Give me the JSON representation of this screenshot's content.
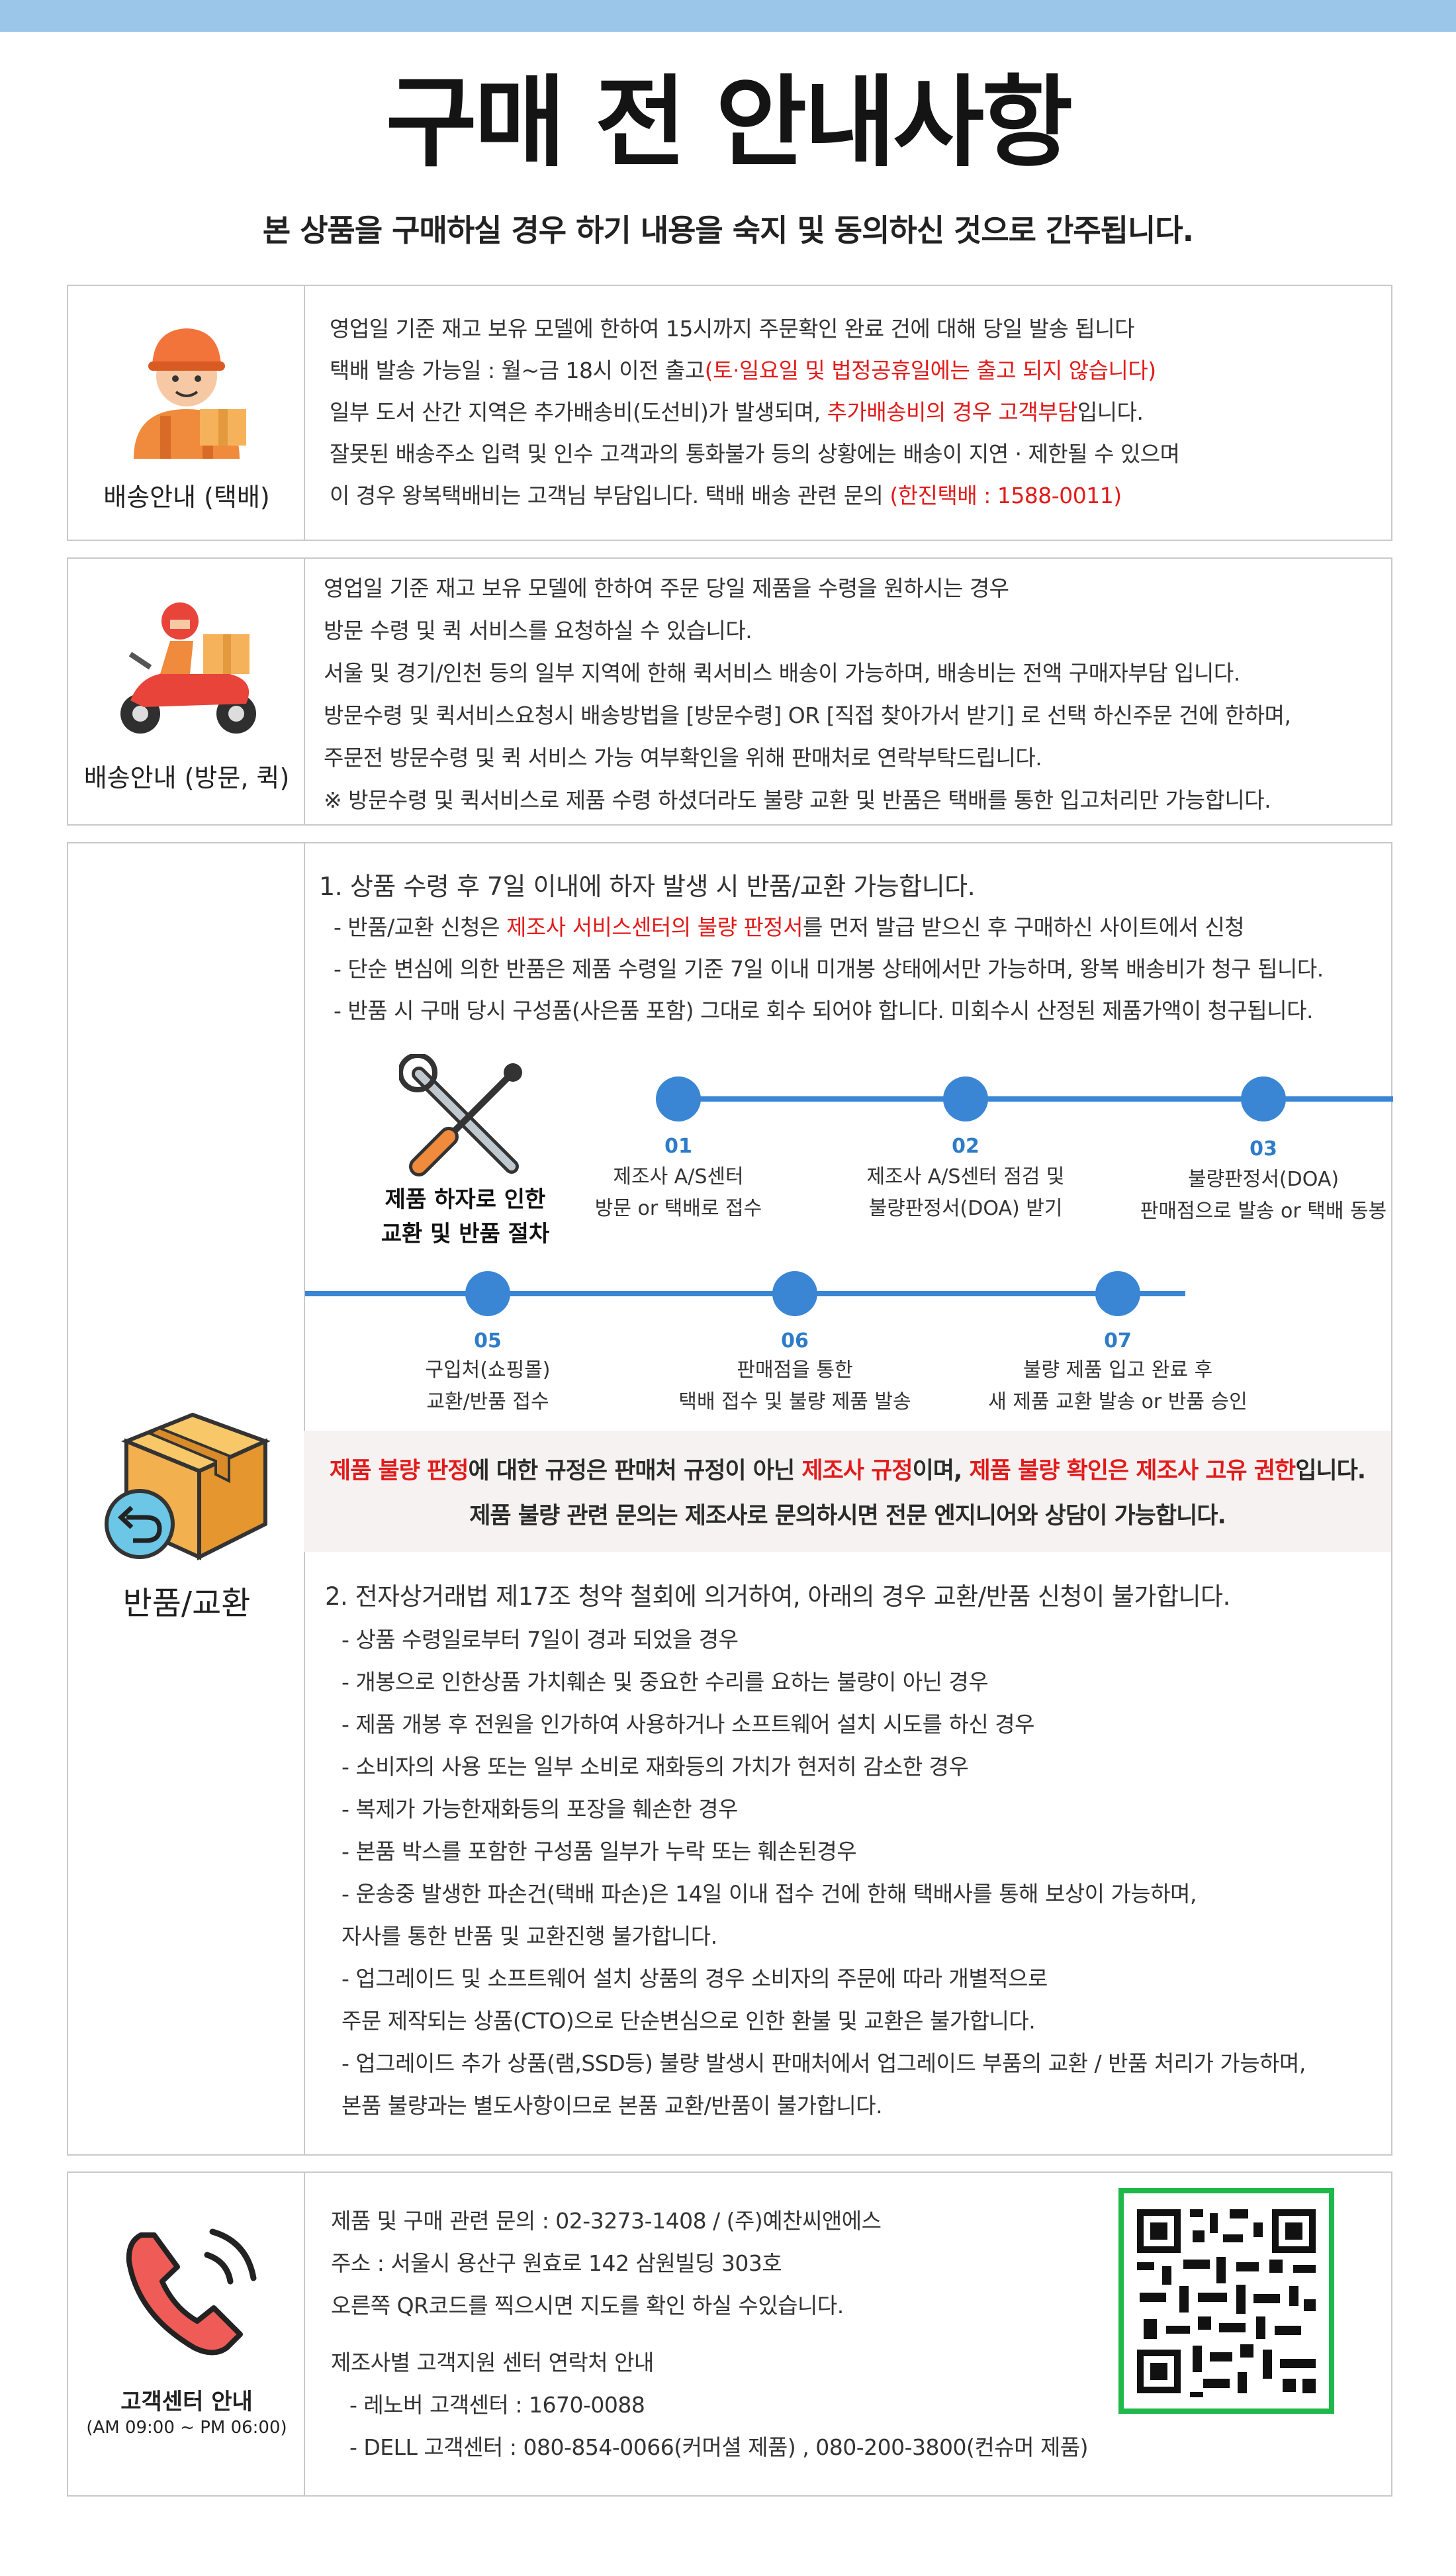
{
  "title": "구매 전 안내사항",
  "subtitle": "본 상품을 구매하실 경우 하기 내용을 숙지 및 동의하신 것으로 간주됩니다.",
  "sections": {
    "courier": {
      "label": "배송안내 (택배)",
      "icon": "delivery-person-icon",
      "l1": "영업일 기준 재고 보유 모델에 한하여 15시까지 주문확인 완료 건에 대해 당일 발송 됩니다",
      "l2a": "택배 발송 가능일 : 월~금 18시 이전 출고",
      "l2b": "(토·일요일 및 법정공휴일에는 출고 되지 않습니다)",
      "l3a": "일부 도서 산간 지역은 추가배송비(도선비)가 발생되며, ",
      "l3b": "추가배송비의 경우 고객부담",
      "l3c": "입니다.",
      "l4": "잘못된 배송주소 입력 및 인수 고객과의 통화불가 등의 상황에는 배송이 지연 · 제한될 수 있으며",
      "l5a": "이 경우 왕복택배비는 고객님 부담입니다. 택배 배송 관련 문의 ",
      "l5b": "(한진택배 : 1588-0011)"
    },
    "quick": {
      "label": "배송안내 (방문, 퀵)",
      "icon": "scooter-delivery-icon",
      "lines": [
        "영업일 기준 재고 보유 모델에 한하여 주문 당일 제품을 수령을 원하시는 경우",
        "방문 수령 및 퀵 서비스를 요청하실 수 있습니다.",
        "서울 및 경기/인천 등의 일부 지역에 한해 퀵서비스 배송이 가능하며, 배송비는 전액 구매자부담 입니다.",
        "방문수령 및 퀵서비스요청시 배송방법을 [방문수령] OR [직접 찾아가서 받기] 로 선택 하신주문 건에 한하며,",
        "주문전 방문수령 및 퀵 서비스 가능 여부확인을 위해 판매처로 연락부탁드립니다.",
        "※ 방문수령 및 퀵서비스로 제품 수령 하셨더라도 불량 교환 및 반품은 택배를 통한 입고처리만 가능합니다."
      ]
    },
    "returns": {
      "label": "반품/교환",
      "icon": "return-box-icon",
      "h1": "1. 상품 수령 후 7일 이내에 하자 발생 시 반품/교환 가능합니다.",
      "p1a": "- 반품/교환 신청은 ",
      "p1b": "제조사 서비스센터의 불량 판정서",
      "p1c": "를 먼저 발급 받으신 후 구매하신 사이트에서 신청",
      "p2": "- 단순 변심에 의한 반품은 제품 수령일 기준 7일 이내 미개봉 상태에서만 가능하며, 왕복 배송비가 청구 됩니다.",
      "p3": "- 반품 시 구매 당시 구성품(사은품 포함) 그대로 회수 되어야 합니다. 미회수시 산정된 제품가액이 청구됩니다.",
      "process": {
        "title1": "제품 하자로 인한",
        "title2": "교환 및 반품 절차",
        "icon": "tools-icon",
        "steps": [
          {
            "num": "01",
            "l1": "제조사 A/S센터",
            "l2": "방문 or 택배로 접수"
          },
          {
            "num": "02",
            "l1": "제조사 A/S센터 점검 및",
            "l2": "불량판정서(DOA) 받기"
          },
          {
            "num": "03",
            "l1": "불량판정서(DOA)",
            "l2": "판매점으로 발송 or 택배 동봉"
          },
          {
            "num": "05",
            "l1": "구입처(쇼핑몰)",
            "l2": "교환/반품 접수"
          },
          {
            "num": "06",
            "l1": "판매점을 통한",
            "l2": "택배 접수 및 불량 제품 발송"
          },
          {
            "num": "07",
            "l1": "불량 제품 입고 완료 후",
            "l2": "새 제품 교환 발송 or 반품 승인"
          }
        ]
      },
      "notice": {
        "a": "제품 불량 판정",
        "b": "에 대한 규정은 판매처 규정이 아닌 ",
        "c": "제조사 규정",
        "d": "이며, ",
        "e": "제품 불량 확인은 제조사 고유 권한",
        "f": "입니다.",
        "line2": "제품 불량 관련 문의는 제조사로 문의하시면 전문 엔지니어와 상담이 가능합니다."
      },
      "h2": "2. 전자상거래법 제17조 청약 철회에 의거하여, 아래의 경우 교환/반품 신청이 불가합니다.",
      "items": [
        "- 상품 수령일로부터 7일이 경과 되었을 경우",
        "- 개봉으로 인한상품 가치훼손 및 중요한 수리를 요하는 불량이 아닌 경우",
        "- 제품 개봉 후 전원을 인가하여 사용하거나 소프트웨어 설치 시도를 하신 경우",
        "- 소비자의 사용 또는 일부 소비로 재화등의 가치가 현저히 감소한 경우",
        "- 복제가 가능한재화등의 포장을 훼손한 경우",
        "- 본품 박스를 포함한 구성품 일부가 누락 또는 훼손된경우",
        "- 운송중 발생한 파손건(택배 파손)은 14일 이내 접수 건에 한해 택배사를 통해 보상이 가능하며,",
        "  자사를 통한 반품 및 교환진행 불가합니다.",
        "- 업그레이드 및 소프트웨어 설치 상품의 경우 소비자의 주문에 따라 개별적으로",
        "  주문 제작되는 상품(CTO)으로 단순변심으로 인한  환불 및 교환은 불가합니다.",
        "- 업그레이드 추가 상품(램,SSD등) 불량 발생시 판매처에서 업그레이드 부품의 교환 / 반품 처리가 가능하며,",
        "  본품 불량과는 별도사항이므로 본품 교환/반품이 불가합니다."
      ]
    },
    "cs": {
      "label": "고객센터 안내",
      "hours": "(AM 09:00 ~ PM 06:00)",
      "icon": "phone-ringing-icon",
      "l1": "제품 및 구매 관련 문의 : 02-3273-1408 / (주)예찬씨앤에스",
      "l2": "주소 : 서울시 용산구 원효로 142 삼원빌딩 303호",
      "l3": "오른쪽 QR코드를 찍으시면 지도를 확인 하실 수있습니다.",
      "l4": "제조사별 고객지원 센터 연락처 안내",
      "l5": "- 레노버 고객센터 : 1670-0088",
      "l6": "- DELL 고객센터 : 080-854-0066(커머셜 제품) , 080-200-3800(컨슈머 제품)",
      "qr": "qr-code-icon"
    }
  },
  "colors": {
    "accent_blue": "#3a86d4",
    "alert_red": "#e21b1b",
    "qr_green": "#1fb84a",
    "top_band": "#9cc5ea"
  }
}
